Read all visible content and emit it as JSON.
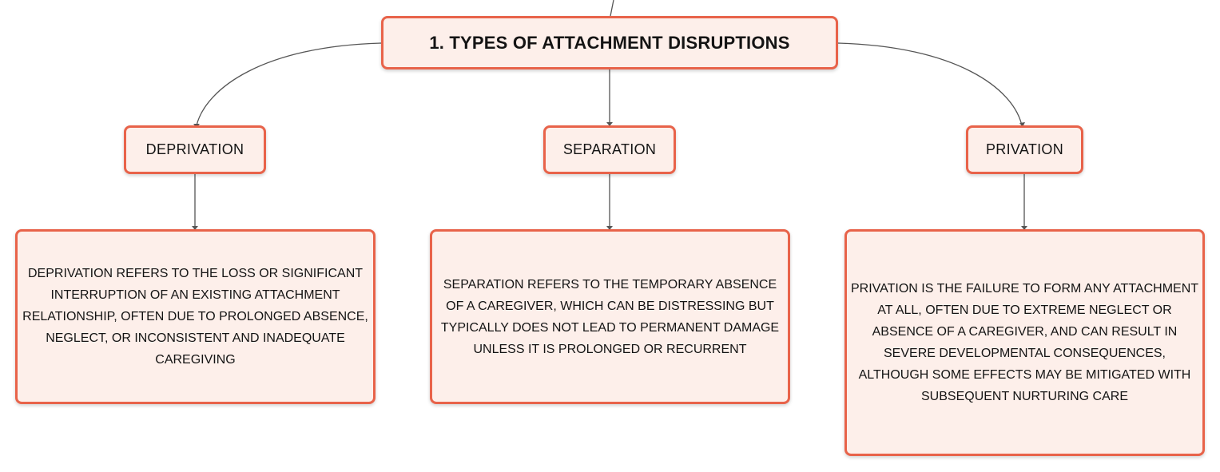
{
  "diagram": {
    "root": {
      "label": "1. TYPES OF ATTACHMENT DISRUPTIONS"
    },
    "branches": [
      {
        "label": "DEPRIVATION",
        "description": "DEPRIVATION REFERS TO THE LOSS OR SIGNIFICANT INTERRUPTION OF AN EXISTING ATTACHMENT RELATIONSHIP, OFTEN DUE TO PROLONGED ABSENCE, NEGLECT, OR INCONSISTENT AND INADEQUATE CAREGIVING"
      },
      {
        "label": "SEPARATION",
        "description": "SEPARATION REFERS TO THE TEMPORARY ABSENCE OF A CAREGIVER, WHICH CAN BE DISTRESSING BUT TYPICALLY DOES NOT LEAD TO PERMANENT DAMAGE UNLESS IT IS PROLONGED OR RECURRENT"
      },
      {
        "label": "PRIVATION",
        "description": "PRIVATION IS THE FAILURE TO FORM ANY ATTACHMENT AT ALL, OFTEN DUE TO EXTREME NEGLECT OR ABSENCE OF A CAREGIVER, AND CAN RESULT IN SEVERE DEVELOPMENTAL CONSEQUENCES, ALTHOUGH SOME EFFECTS MAY BE MITIGATED WITH SUBSEQUENT NURTURING CARE"
      }
    ],
    "colors": {
      "node_border": "#e8634a",
      "node_fill": "#fdefea",
      "connector": "#555555",
      "text": "#141414"
    }
  }
}
